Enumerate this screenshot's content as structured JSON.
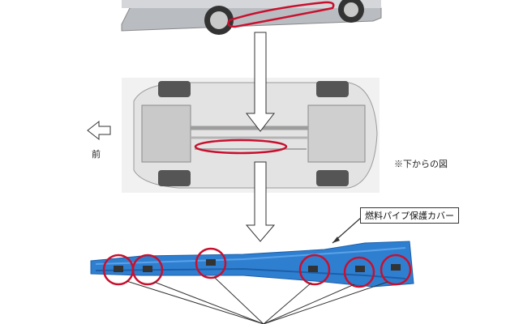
{
  "labels": {
    "front": "前",
    "view_from_below": "※下からの図",
    "callout": "燃料パイプ保護カバー"
  },
  "colors": {
    "cover_fill": "#2f7fd1",
    "cover_dark": "#1d5fa8",
    "highlight_red": "#c8102e",
    "underbody_bg": "#f1f1f1",
    "arrow_stroke": "#333333"
  },
  "icons": [
    "car-photo",
    "car-underside-image",
    "fuel-pipe-cover-image",
    "left-arrow-icon",
    "down-arrow-icon"
  ]
}
